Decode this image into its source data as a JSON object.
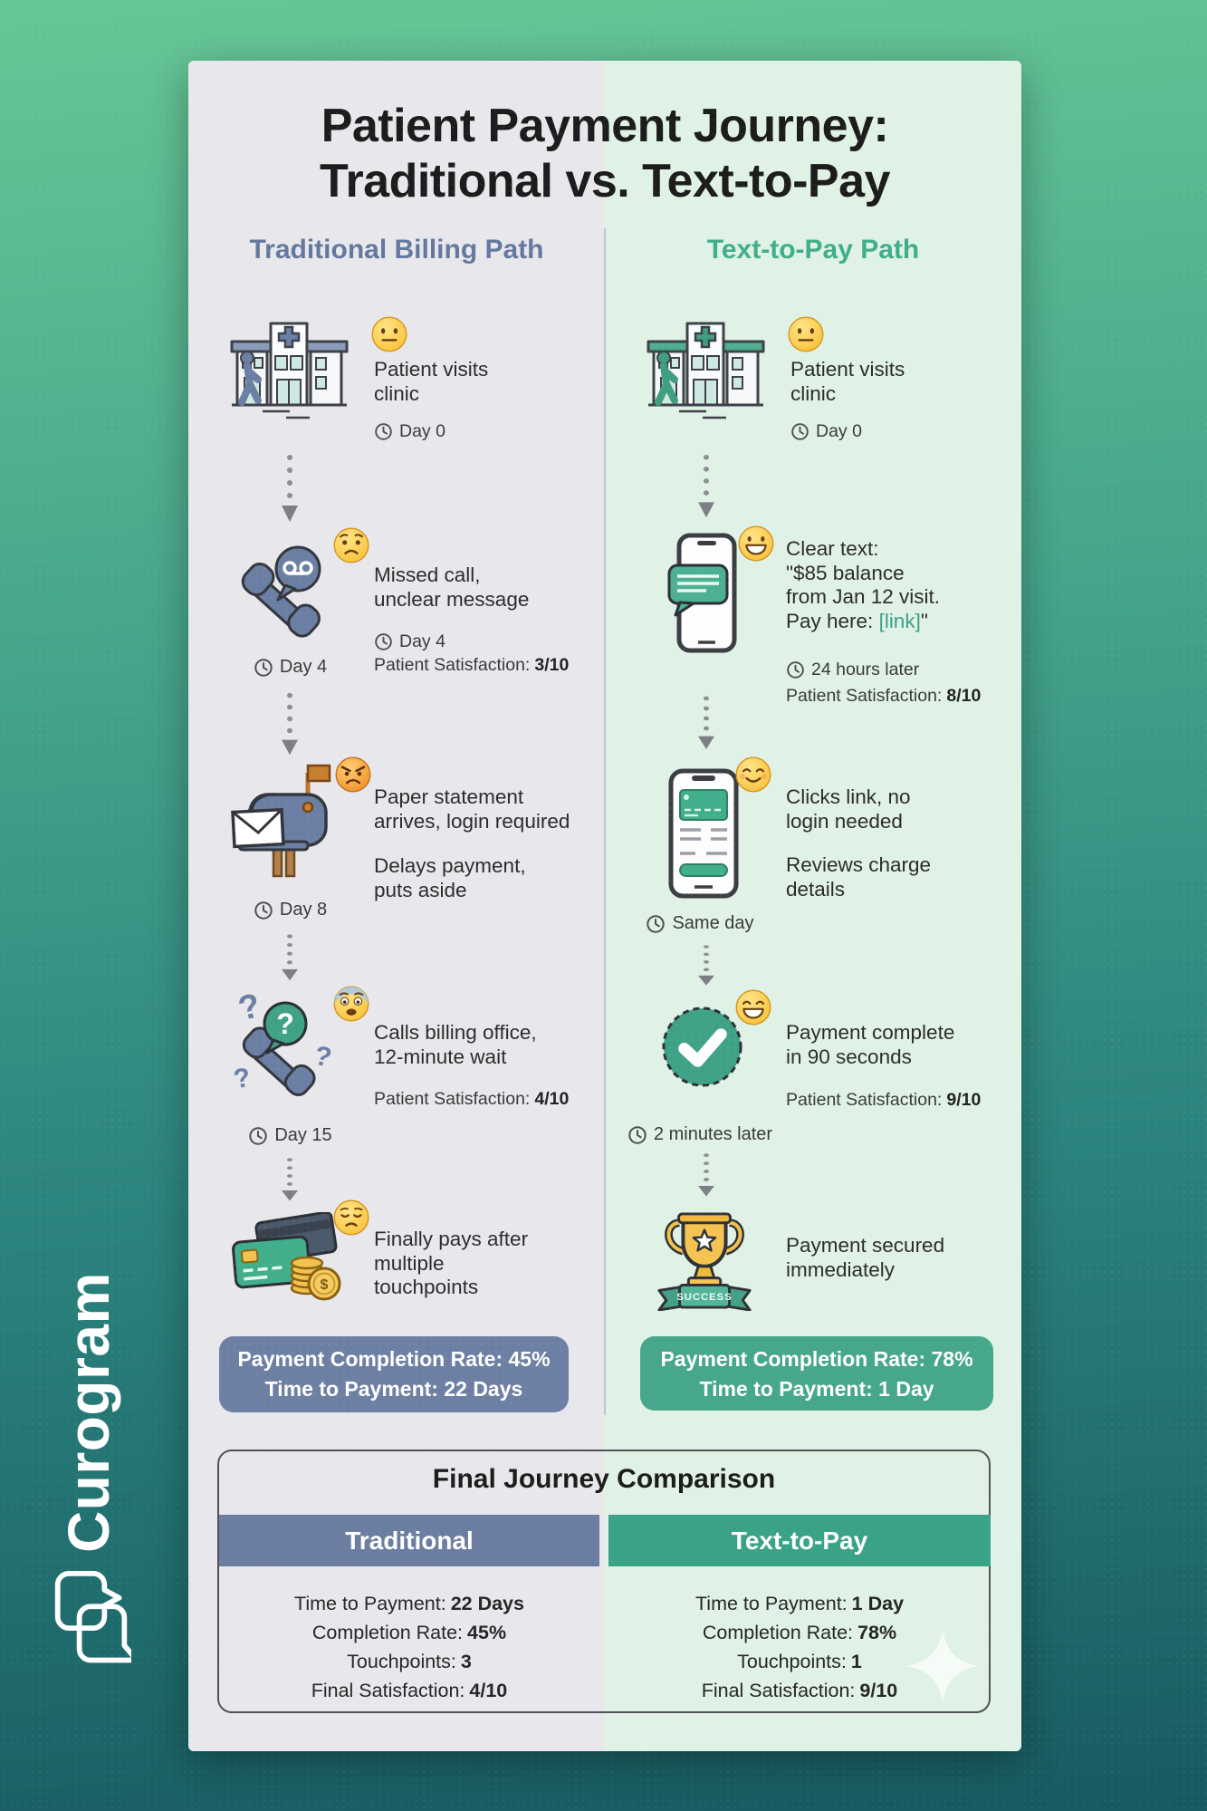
{
  "brand": {
    "name": "Curogram"
  },
  "title": {
    "line1": "Patient Payment Journey:",
    "line2": "Traditional vs. Text-to-Pay"
  },
  "left": {
    "header": "Traditional Billing Path",
    "steps": [
      {
        "icon": "clinic-blue-icon",
        "emoji": "neutral-emoji",
        "lines": [
          "Patient visits",
          "clinic"
        ],
        "time": "Day 0"
      },
      {
        "icon": "phone-voicemail-icon",
        "emoji": "worried-emoji",
        "lines": [
          "Missed call,",
          "unclear message"
        ],
        "time": "Day 4",
        "sat_label": "Patient Satisfaction:",
        "sat_value": "3/10",
        "below_time": "Day 4"
      },
      {
        "icon": "mailbox-icon",
        "emoji": "angry-emoji",
        "lines": [
          "Paper statement",
          "arrives, login required"
        ],
        "lines2": [
          "Delays payment,",
          "puts aside"
        ],
        "below_time": "Day 8"
      },
      {
        "icon": "phone-questions-icon",
        "emoji": "anxious-emoji",
        "lines": [
          "Calls billing office,",
          "12-minute wait"
        ],
        "sat_label": "Patient Satisfaction:",
        "sat_value": "4/10",
        "below_time": "Day 15"
      },
      {
        "icon": "cards-coins-icon",
        "emoji": "pensive-emoji",
        "lines": [
          "Finally pays after",
          "multiple",
          "touchpoints"
        ]
      }
    ],
    "badge": {
      "line1": "Payment Completion Rate: 45%",
      "line2": "Time to Payment: 22 Days"
    }
  },
  "right": {
    "header": "Text-to-Pay Path",
    "steps": [
      {
        "icon": "clinic-green-icon",
        "emoji": "neutral-emoji",
        "lines": [
          "Patient visits",
          "clinic"
        ],
        "time": "Day 0"
      },
      {
        "icon": "phone-message-icon",
        "emoji": "grin-emoji",
        "lines": [
          "Clear text:",
          "\"$85 balance",
          "from Jan 12 visit."
        ],
        "line4_pre": "Pay here: ",
        "link_text": "[link]",
        "line4_post": "\"",
        "time": "24 hours later",
        "sat_label": "Patient Satisfaction:",
        "sat_value": "8/10"
      },
      {
        "icon": "phone-payment-icon",
        "emoji": "smile-emoji",
        "lines": [
          "Clicks link, no",
          "login needed"
        ],
        "lines2": [
          "Reviews charge",
          "details"
        ],
        "below_time": "Same day"
      },
      {
        "icon": "check-circle-icon",
        "emoji": "beam-emoji",
        "lines": [
          "Payment complete",
          "in 90 seconds"
        ],
        "sat_label": "Patient Satisfaction:",
        "sat_value": "9/10",
        "below_time": "2 minutes later"
      },
      {
        "icon": "trophy-icon",
        "lines": [
          "Payment secured",
          "immediately"
        ],
        "trophy_label": "SUCCESS"
      }
    ],
    "badge": {
      "line1": "Payment Completion Rate: 78%",
      "line2": "Time to Payment: 1 Day"
    }
  },
  "comparison": {
    "title": "Final Journey Comparison",
    "traditional": {
      "header": "Traditional",
      "rows": [
        {
          "label": "Time to Payment:",
          "value": "22 Days"
        },
        {
          "label": "Completion Rate:",
          "value": "45%"
        },
        {
          "label": "Touchpoints:",
          "value": "3"
        },
        {
          "label": "Final Satisfaction:",
          "value": "4/10"
        }
      ]
    },
    "text_to_pay": {
      "header": "Text-to-Pay",
      "rows": [
        {
          "label": "Time to Payment:",
          "value": "1 Day"
        },
        {
          "label": "Completion Rate:",
          "value": "78%"
        },
        {
          "label": "Touchpoints:",
          "value": "1"
        },
        {
          "label": "Final Satisfaction:",
          "value": "9/10"
        }
      ]
    }
  },
  "icons": {
    "clock": "clock-icon",
    "flow_arrow": "flow-arrow-icon",
    "sparkle": "sparkle-icon",
    "brand_logo": "chat-bubbles-icon"
  },
  "colors": {
    "background_top": "#66c795",
    "background_bottom": "#175a60",
    "panel_left_bg": "#e8e8ec",
    "panel_right_bg": "#dff2e5",
    "slate": "#64789e",
    "green": "#3fae8c",
    "badge_slate": "#6d80a4",
    "badge_green": "#46a78a",
    "link": "#3aa08a",
    "text": "#2c2c2c"
  }
}
